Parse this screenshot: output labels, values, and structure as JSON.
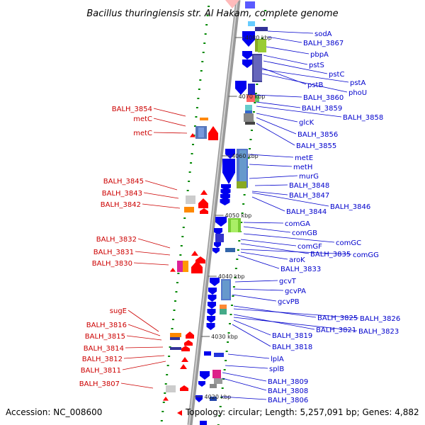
{
  "title": "Bacillus thuringiensis str. Al Hakam, complete genome",
  "accession_text": "Accession: NC_008600",
  "topology_text": "Topology: circular; Length: 5,257,091 bp; Genes: 4,882",
  "colors": {
    "reverse_strand_label": "#cc0000",
    "forward_strand_label": "#0000cc",
    "reverse_gene": "#ff0000",
    "forward_gene": "#0000ee",
    "backbone": "#888888",
    "tick_marks": "#008800"
  },
  "ticks": [
    "4080 kbp",
    "4070 kbp",
    "4060 kbp",
    "4050 kbp",
    "4040 kbp",
    "4030 kbp",
    "4020 kbp"
  ],
  "left_labels": [
    "BALH_3854",
    "metC",
    "metC",
    "BALH_3845",
    "BALH_3843",
    "BALH_3842",
    "BALH_3832",
    "BALH_3831",
    "BALH_3830",
    "sugE",
    "BALH_3816",
    "BALH_3815",
    "BALH_3814",
    "BALH_3812",
    "BALH_3811",
    "BALH_3807"
  ],
  "right_labels": [
    "sodA",
    "BALH_3867",
    "pbpA",
    "pstS",
    "pstC",
    "pstB",
    "pstA",
    "phoU",
    "BALH_3860",
    "BALH_3859",
    "BALH_3858",
    "glcK",
    "BALH_3856",
    "BALH_3855",
    "metE",
    "metH",
    "murG",
    "BALH_3848",
    "BALH_3847",
    "BALH_3846",
    "BALH_3844",
    "comGA",
    "comGB",
    "comGC",
    "comGF",
    "BALH_3835",
    "comGG",
    "aroK",
    "BALH_3833",
    "gcvT",
    "gcvPA",
    "gcvPB",
    "BALH_3825",
    "BALH_3826",
    "BALH_3821",
    "BALH_3823",
    "BALH_3819",
    "BALH_3818",
    "lplA",
    "splB",
    "BALH_3809",
    "BALH_3808",
    "BALH_3806"
  ]
}
